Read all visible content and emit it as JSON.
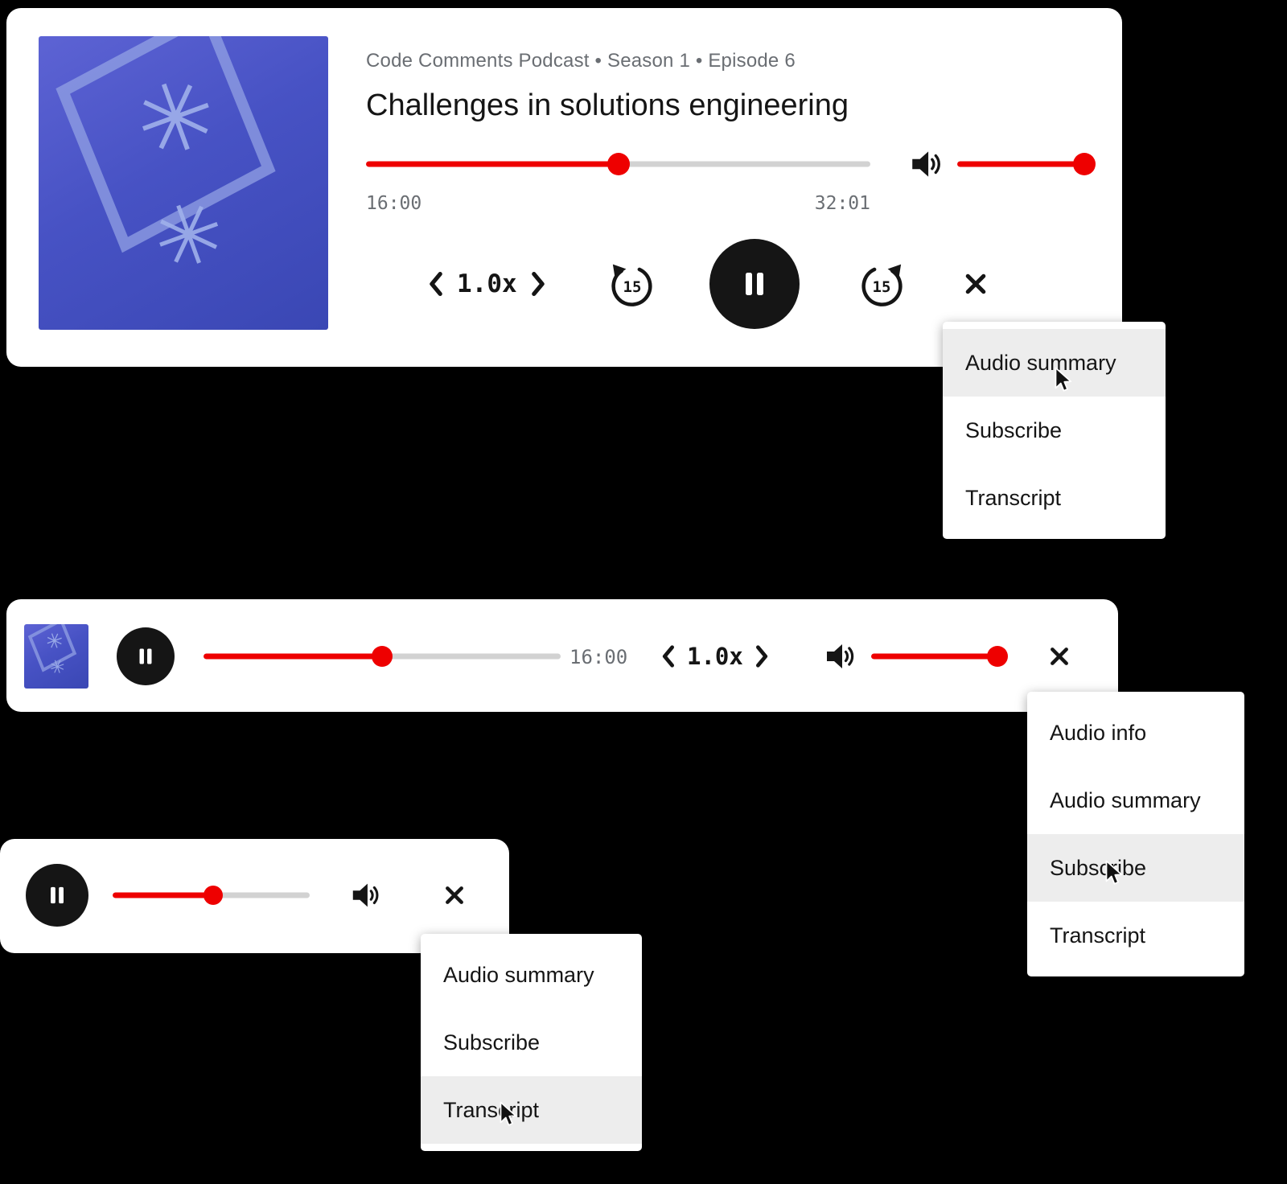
{
  "colors": {
    "accent": "#ee0000",
    "ink": "#151515",
    "muted": "#6a6e73",
    "track": "#d2d2d2",
    "menu_hover": "#ededed"
  },
  "album_art": {
    "glyph": "✳"
  },
  "player_large": {
    "eyebrow": "Code Comments Podcast • Season 1 • Episode 6",
    "title": "Challenges in solutions engineering",
    "elapsed": "16:00",
    "duration": "32:01",
    "speed": "1.0x",
    "skip_back": "15",
    "skip_forward": "15",
    "progress_pct": 50,
    "volume_pct": 100
  },
  "player_medium": {
    "elapsed": "16:00",
    "speed": "1.0x",
    "progress_pct": 50,
    "volume_pct": 100
  },
  "player_mini": {
    "progress_pct": 51
  },
  "menu_large": {
    "items": [
      {
        "label": "Audio summary",
        "hovered": true
      },
      {
        "label": "Subscribe",
        "hovered": false
      },
      {
        "label": "Transcript",
        "hovered": false
      }
    ]
  },
  "menu_medium": {
    "items": [
      {
        "label": "Audio info",
        "hovered": false
      },
      {
        "label": "Audio summary",
        "hovered": false
      },
      {
        "label": "Subscribe",
        "hovered": true
      },
      {
        "label": "Transcript",
        "hovered": false
      }
    ]
  },
  "menu_mini": {
    "items": [
      {
        "label": "Audio summary",
        "hovered": false
      },
      {
        "label": "Subscribe",
        "hovered": false
      },
      {
        "label": "Transcript",
        "hovered": true
      }
    ]
  }
}
